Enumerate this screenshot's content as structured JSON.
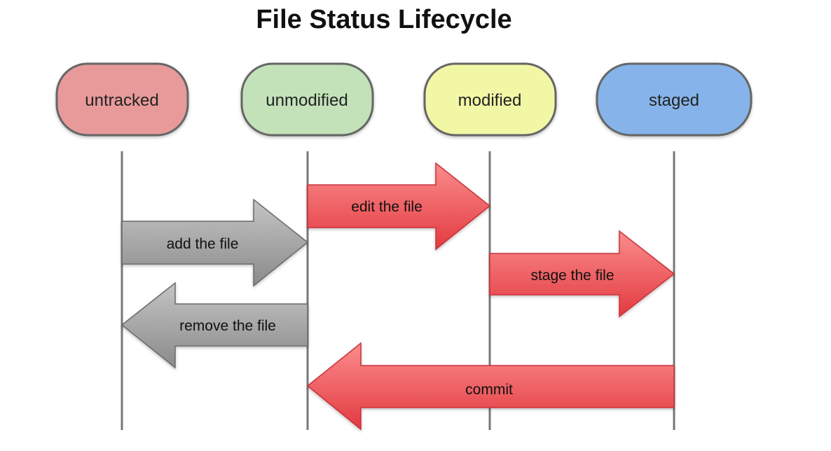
{
  "title": "File Status Lifecycle",
  "states": [
    {
      "id": "untracked",
      "label": "untracked",
      "color": "#e89a9a"
    },
    {
      "id": "unmodified",
      "label": "unmodified",
      "color": "#c3e2b9"
    },
    {
      "id": "modified",
      "label": "modified",
      "color": "#f2f7a6"
    },
    {
      "id": "staged",
      "label": "staged",
      "color": "#86b4ea"
    }
  ],
  "transitions": [
    {
      "id": "edit-the-file",
      "label": "edit the file",
      "from": "unmodified",
      "to": "modified",
      "color": "red"
    },
    {
      "id": "add-the-file",
      "label": "add the file",
      "from": "untracked",
      "to": "unmodified",
      "color": "gray"
    },
    {
      "id": "stage-the-file",
      "label": "stage the file",
      "from": "modified",
      "to": "staged",
      "color": "red"
    },
    {
      "id": "remove-the-file",
      "label": "remove the file",
      "from": "unmodified",
      "to": "untracked",
      "color": "gray"
    },
    {
      "id": "commit",
      "label": "commit",
      "from": "staged",
      "to": "unmodified",
      "color": "red"
    }
  ],
  "colors": {
    "red_light": "#f7787a",
    "red_dark": "#e0383d",
    "red_stroke": "#c9333a",
    "gray_light": "#b8b8b8",
    "gray_dark": "#8c8c8c",
    "gray_stroke": "#6a6a6a",
    "lifeline": "#777777",
    "state_stroke": "#666666"
  }
}
